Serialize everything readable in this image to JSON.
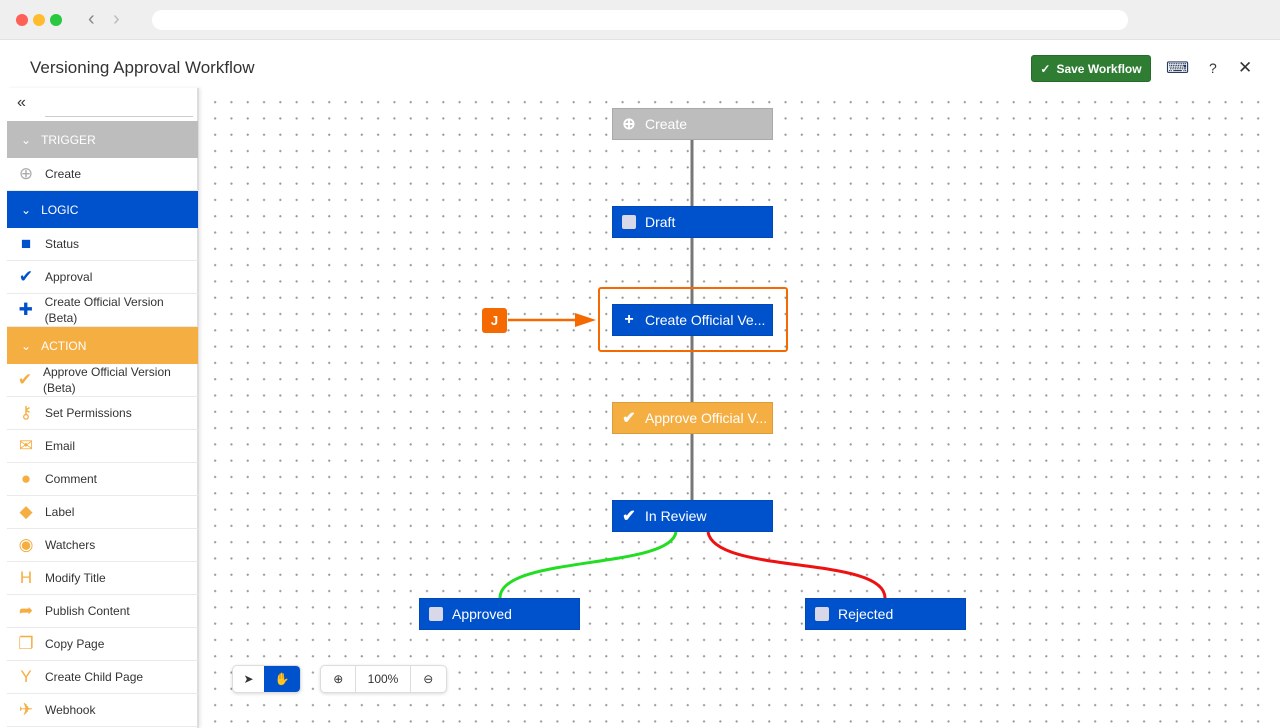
{
  "header": {
    "title": "Versioning Approval Workflow",
    "save_label": "Save Workflow",
    "help": "?",
    "close": "✕"
  },
  "sidebar": {
    "collapse": "«",
    "groups": [
      {
        "label": "TRIGGER",
        "color": "#bdbdbd",
        "items": [
          {
            "label": "Create",
            "icon": "plus-circle-icon",
            "glyph": "⊕",
            "color": "#aaa"
          }
        ]
      },
      {
        "label": "LOGIC",
        "color": "#0052cc",
        "items": [
          {
            "label": "Status",
            "icon": "square-icon",
            "glyph": "■",
            "color": "#0052cc"
          },
          {
            "label": "Approval",
            "icon": "check-icon",
            "glyph": "✔",
            "color": "#0052cc"
          },
          {
            "label": "Create Official Version (Beta)",
            "icon": "plus-icon",
            "glyph": "✚",
            "color": "#0052cc"
          }
        ]
      },
      {
        "label": "ACTION",
        "color": "#f5ae42",
        "items": [
          {
            "label": "Approve Official Version (Beta)",
            "icon": "check-icon",
            "glyph": "✔",
            "color": "#f5ae42"
          },
          {
            "label": "Set Permissions",
            "icon": "key-icon",
            "glyph": "⚷",
            "color": "#f5ae42"
          },
          {
            "label": "Email",
            "icon": "envelope-icon",
            "glyph": "✉",
            "color": "#f5ae42"
          },
          {
            "label": "Comment",
            "icon": "comment-icon",
            "glyph": "●",
            "color": "#f5ae42"
          },
          {
            "label": "Label",
            "icon": "tag-icon",
            "glyph": "◆",
            "color": "#f5ae42"
          },
          {
            "label": "Watchers",
            "icon": "eye-icon",
            "glyph": "◉",
            "color": "#f5ae42"
          },
          {
            "label": "Modify Title",
            "icon": "heading-icon",
            "glyph": "H",
            "color": "#f5ae42"
          },
          {
            "label": "Publish Content",
            "icon": "publish-icon",
            "glyph": "➦",
            "color": "#f5ae42"
          },
          {
            "label": "Copy Page",
            "icon": "copy-icon",
            "glyph": "❐",
            "color": "#f5ae42"
          },
          {
            "label": "Create Child Page",
            "icon": "child-icon",
            "glyph": "Y",
            "color": "#f5ae42"
          },
          {
            "label": "Webhook",
            "icon": "plane-icon",
            "glyph": "✈",
            "color": "#f5ae42"
          }
        ]
      }
    ]
  },
  "nodes": [
    {
      "label": "Create",
      "type": "trigger",
      "color": "#bdbdbd"
    },
    {
      "label": "Draft",
      "type": "status",
      "color": "#0052cc"
    },
    {
      "label": "Create Official Ve...",
      "type": "create-version",
      "color": "#0052cc"
    },
    {
      "label": "Approve Official V...",
      "type": "approve-version",
      "color": "#f5ae42"
    },
    {
      "label": "In Review",
      "type": "approval",
      "color": "#0052cc"
    },
    {
      "label": "Approved",
      "type": "status",
      "color": "#0052cc"
    },
    {
      "label": "Rejected",
      "type": "status",
      "color": "#0052cc"
    }
  ],
  "annotation": {
    "badge": "J",
    "color": "#f56a00"
  },
  "toolbar": {
    "zoom": "100%",
    "active_tool": "pan"
  },
  "colors": {
    "approved_edge": "#22dd22",
    "rejected_edge": "#ee1111",
    "edge": "#777777"
  }
}
